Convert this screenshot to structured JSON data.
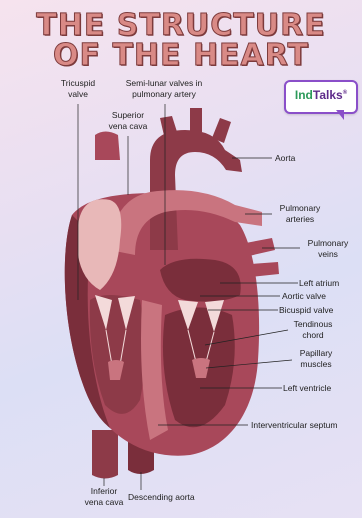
{
  "title": {
    "line1": "THE STRUCTURE",
    "line2": "OF THE HEART"
  },
  "logo": {
    "part1": "Ind",
    "part2": "Talks",
    "mark": "®"
  },
  "labels": {
    "tricuspid_valve_1": "Tricuspid",
    "tricuspid_valve_2": "valve",
    "semilunar_1": "Semi-lunar valves in",
    "semilunar_2": "pulmonary artery",
    "superior_vena_cava_1": "Superior",
    "superior_vena_cava_2": "vena cava",
    "aorta": "Aorta",
    "pulmonary_arteries_1": "Pulmonary",
    "pulmonary_arteries_2": "arteries",
    "pulmonary_veins_1": "Pulmonary",
    "pulmonary_veins_2": "veins",
    "left_atrium": "Left atrium",
    "aortic_valve": "Aortic valve",
    "bicuspid_valve": "Bicuspid valve",
    "tendinous_chord_1": "Tendinous",
    "tendinous_chord_2": "chord",
    "papillary_muscles_1": "Papillary",
    "papillary_muscles_2": "muscles",
    "left_ventricle": "Left ventricle",
    "interventricular_septum": "Interventricular septum",
    "inferior_vena_cava_1": "Inferior",
    "inferior_vena_cava_2": "vena cava",
    "descending_aorta": "Descending aorta"
  },
  "colors": {
    "title_fill": "#d98a86",
    "title_outline": "#7d3b3c",
    "heart_dark": "#7a2e3b",
    "heart_mid": "#a8485a",
    "heart_light": "#c9747f",
    "heart_pale": "#e8b8b8",
    "logo_border": "#8a4fc9",
    "logo_green": "#2c9a5a",
    "logo_purple": "#5e2a8a"
  }
}
